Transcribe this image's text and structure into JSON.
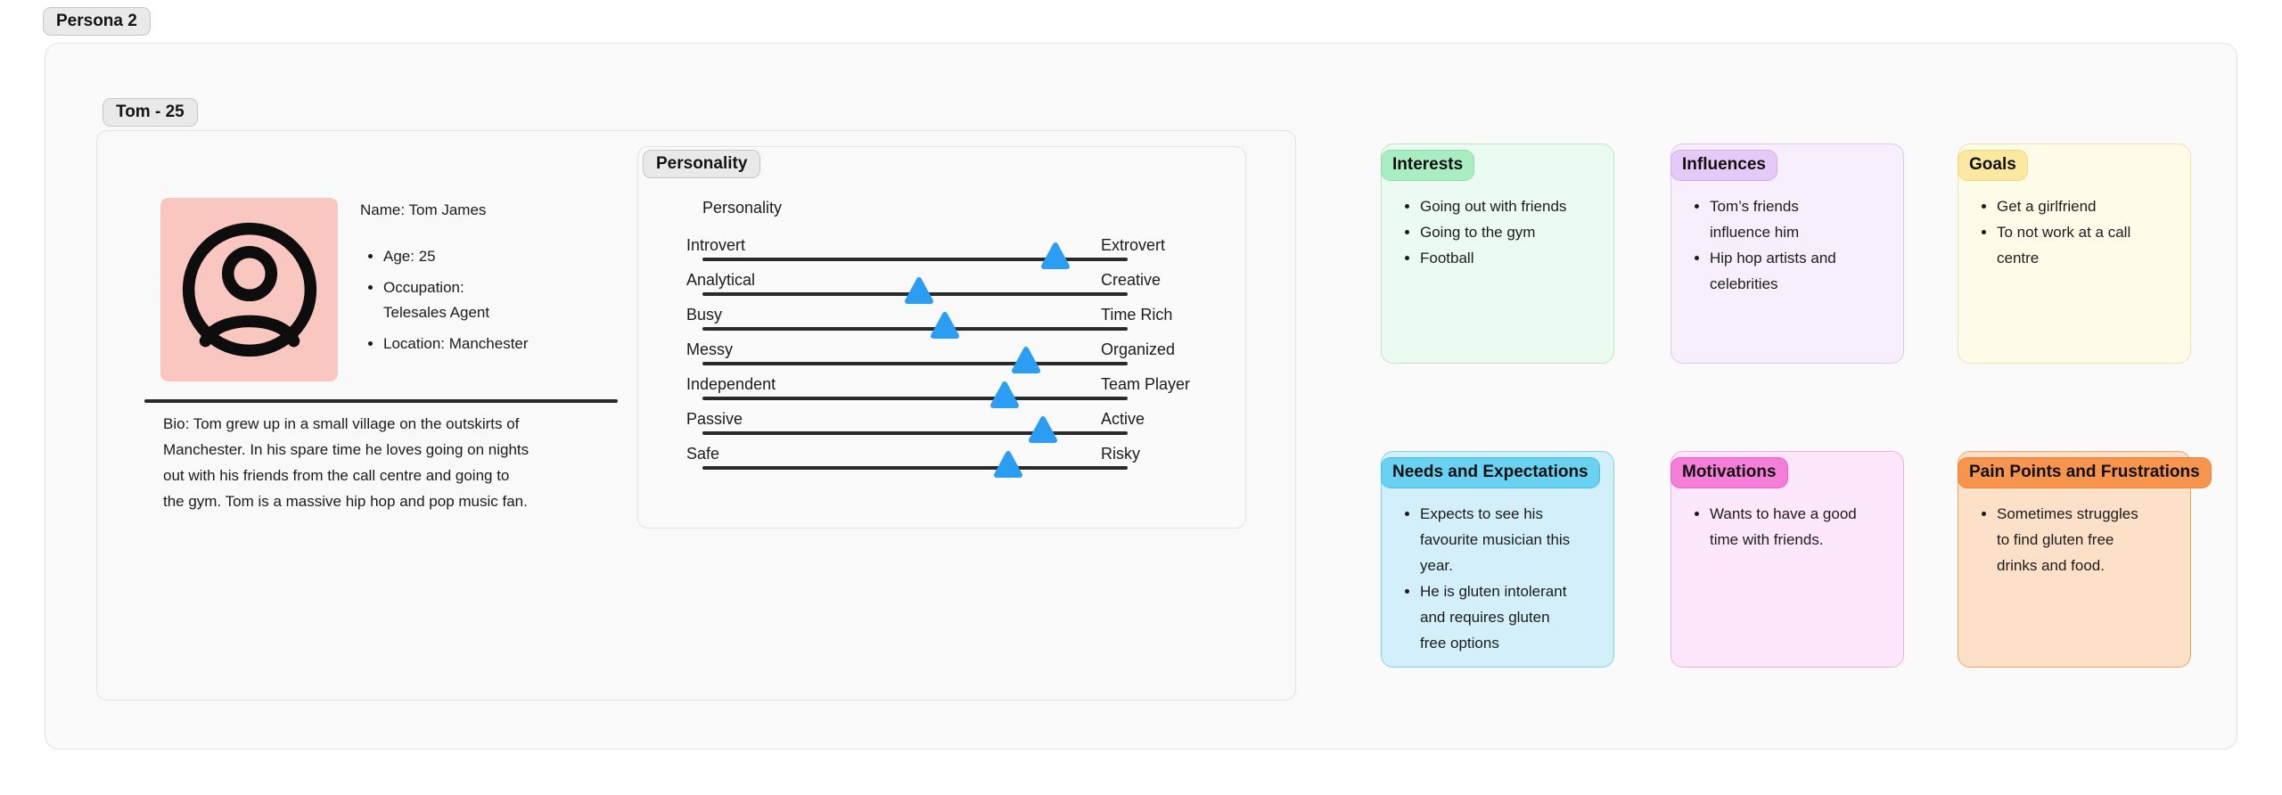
{
  "board": {
    "persona_tab": "Persona 2"
  },
  "profile": {
    "tab": "Tom - 25",
    "name_line": "Name: Tom James",
    "details": [
      "Age: 25",
      "Occupation: Telesales Agent",
      "Location: Manchester"
    ],
    "bio": "Bio: Tom grew up in a small village on the outskirts of\nManchester. In his spare time he loves going on nights\nout with his friends from the call centre and going to\nthe gym. Tom is a massive hip hop and pop music fan.",
    "avatar_icon": "user-circle-icon"
  },
  "personality": {
    "tab": "Personality",
    "title": "Personality",
    "sliders": [
      {
        "left": "Introvert",
        "right": "Extrovert",
        "value_percent": 83
      },
      {
        "left": "Analytical",
        "right": "Creative",
        "value_percent": 51
      },
      {
        "left": "Busy",
        "right": "Time Rich",
        "value_percent": 57
      },
      {
        "left": "Messy",
        "right": "Organized",
        "value_percent": 76
      },
      {
        "left": "Independent",
        "right": "Team Player",
        "value_percent": 71
      },
      {
        "left": "Passive",
        "right": "Active",
        "value_percent": 80
      },
      {
        "left": "Safe",
        "right": "Risky",
        "value_percent": 72
      }
    ]
  },
  "stickies": [
    {
      "title": "Interests",
      "items": [
        "Going out with friends",
        "Going to the gym",
        "Football"
      ],
      "colors": {
        "bg": "#ecfbf1",
        "border": "#b9e8c6",
        "tab_bg": "#a9edc3",
        "tab_border": "#8fdfae"
      }
    },
    {
      "title": "Influences",
      "items": [
        "Tom’s friends influence him",
        "Hip hop artists and celebrities"
      ],
      "colors": {
        "bg": "#f7f0fc",
        "border": "#dcc8f0",
        "tab_bg": "#e5caf8",
        "tab_border": "#d2aef0"
      }
    },
    {
      "title": "Goals",
      "items": [
        "Get a girlfriend",
        "To not work at a call centre"
      ],
      "colors": {
        "bg": "#fefbe8",
        "border": "#efe3a6",
        "tab_bg": "#fbe9a2",
        "tab_border": "#f0d87e"
      }
    },
    {
      "title": "Needs and Expectations",
      "items": [
        "Expects to see his favourite musician this year.",
        "He is gluten intolerant and requires gluten free options"
      ],
      "colors": {
        "bg": "#d3effa",
        "border": "#7fd0eb",
        "tab_bg": "#69d2f2",
        "tab_border": "#45bfe5"
      }
    },
    {
      "title": "Motivations",
      "items": [
        "Wants to have a good time with friends."
      ],
      "colors": {
        "bg": "#fce8fa",
        "border": "#f2abe6",
        "tab_bg": "#f57fd8",
        "tab_border": "#ec5fc9"
      }
    },
    {
      "title": "Pain Points and Frustrations",
      "items": [
        "Sometimes struggles to find gluten free drinks and food."
      ],
      "colors": {
        "bg": "#fde0c8",
        "border": "#f0a163",
        "tab_bg": "#f7954e",
        "tab_border": "#ee8338"
      }
    }
  ],
  "colors": {
    "canvas_bg": "#ffffff",
    "frame_bg": "#fafafa",
    "frame_border": "#e3e3e3",
    "tab_gray_bg": "#e9e9e9",
    "tab_gray_border": "#c6c6c6",
    "text": "#1b1b1b",
    "slider_line": "#2a2a2a",
    "slider_marker": "#2b9df3",
    "avatar_bg": "#f9c6c0",
    "avatar_icon": "#0d0d0d",
    "divider": "#2a2a2a"
  }
}
